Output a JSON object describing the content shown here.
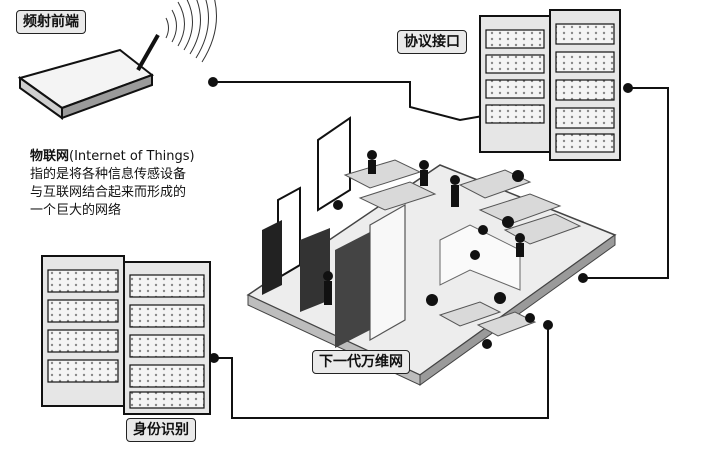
{
  "labels": {
    "front_end": "频射前端",
    "protocol": "协议接口",
    "next_web": "下一代万维网",
    "identity": "身份识别"
  },
  "description": {
    "term": "物联网",
    "term_en": "(Internet of Things)",
    "line1": "指的是将各种信息传感设备",
    "line2": "与互联网结合起来而形成的",
    "line3": "一个巨大的网络"
  },
  "icons": [
    "rfid-reader-icon",
    "server-rack-icon",
    "office-floor-icon"
  ]
}
